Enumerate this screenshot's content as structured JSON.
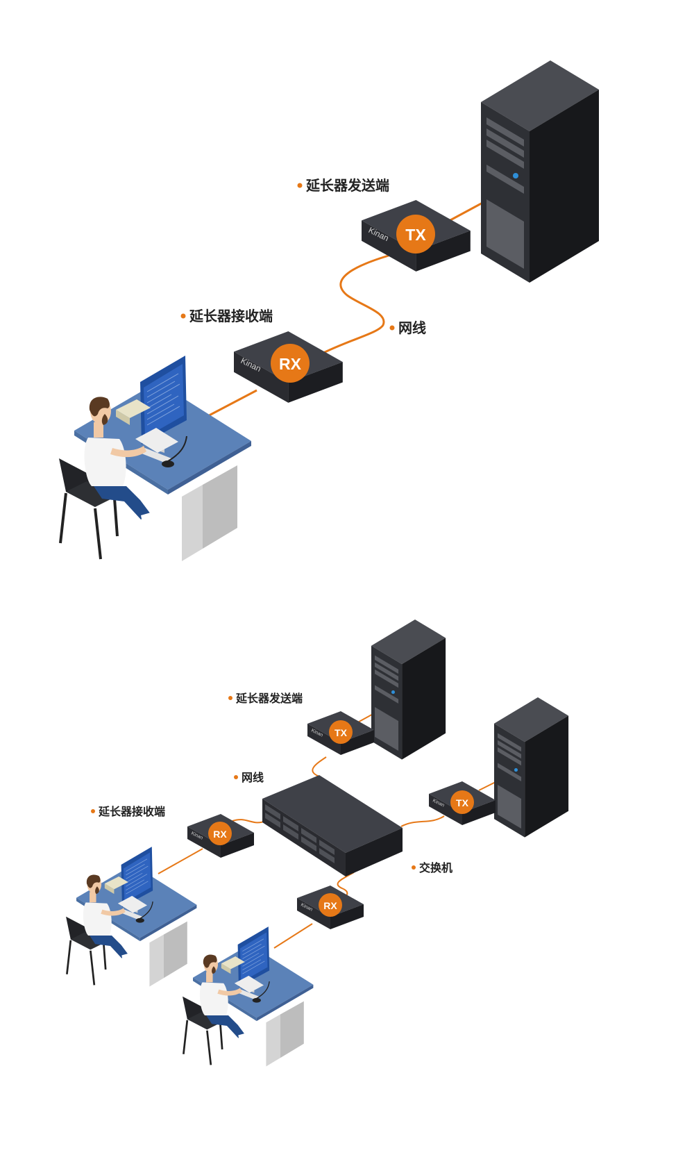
{
  "colors": {
    "accent": "#e67817",
    "device_top": "#3f4148",
    "device_front": "#2a2b30",
    "device_side": "#1c1d21",
    "desk_top": "#5b82b8",
    "desk_leg": "#d4d4d4",
    "screen": "#1f4fa0"
  },
  "diagram1": {
    "tx_label": "延长器发送端",
    "rx_label": "延长器接收端",
    "cable_label": "网线",
    "tx_badge": "TX",
    "rx_badge": "RX",
    "brand": "Kinan"
  },
  "diagram2": {
    "tx_label": "延长器发送端",
    "rx_label": "延长器接收端",
    "cable_label": "网线",
    "switch_label": "交换机",
    "tx1_badge": "TX",
    "tx2_badge": "TX",
    "rx1_badge": "RX",
    "rx2_badge": "RX",
    "brand": "Kinan"
  },
  "icons": [
    "server-tower-icon",
    "extender-box-icon",
    "network-switch-icon",
    "workstation-icon"
  ]
}
